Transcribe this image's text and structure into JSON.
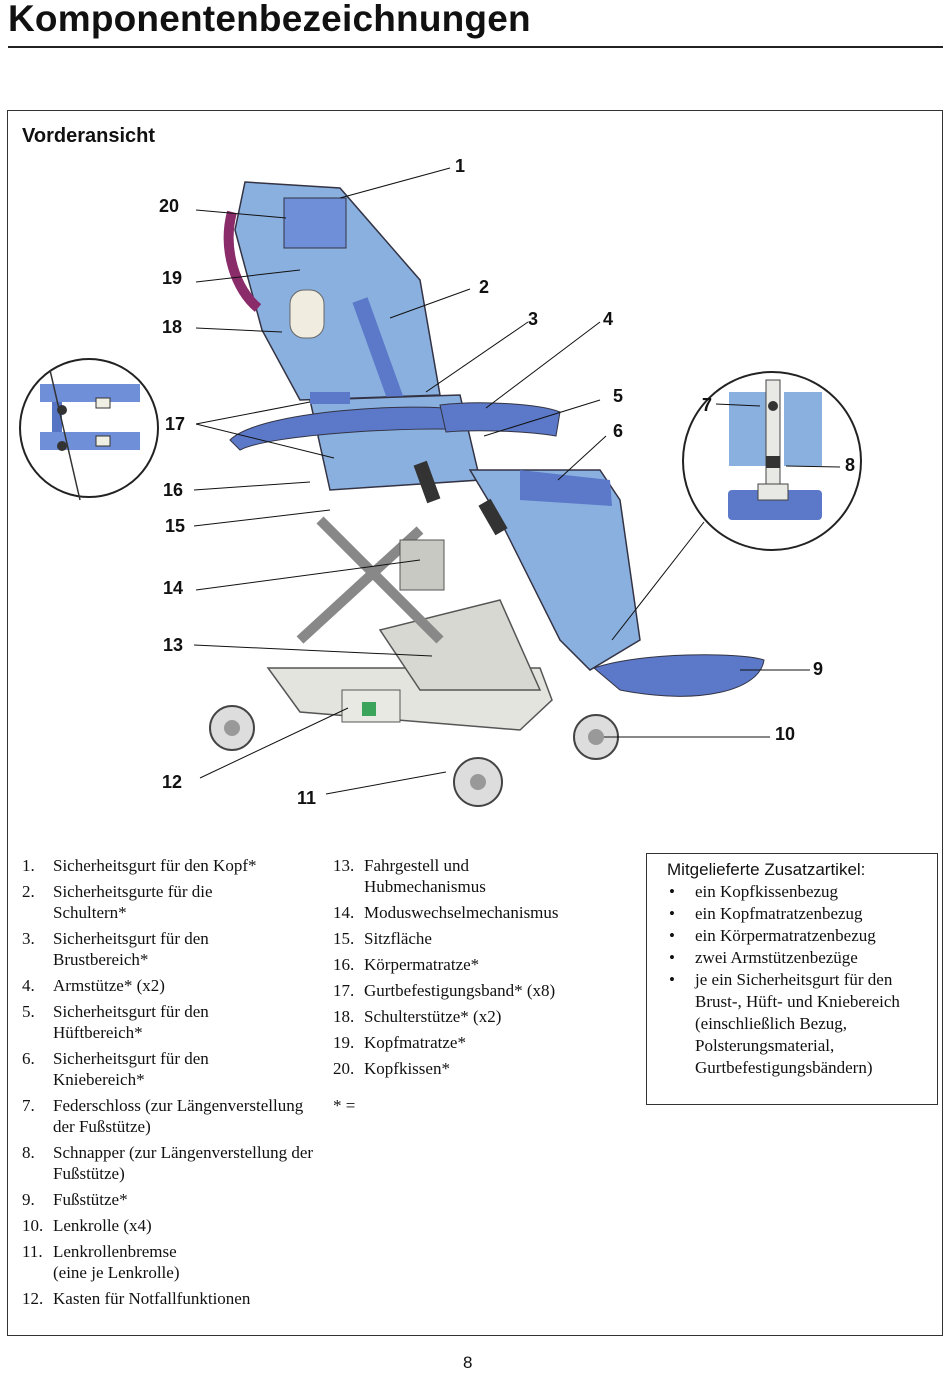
{
  "page_title": "Komponentenbezeichnungen",
  "view_label": "Vorderansicht",
  "callouts": [
    "1",
    "2",
    "3",
    "4",
    "5",
    "6",
    "7",
    "8",
    "9",
    "10",
    "11",
    "12",
    "13",
    "14",
    "15",
    "16",
    "17",
    "18",
    "19",
    "20"
  ],
  "legend_left": [
    {
      "num": "1.",
      "text": "Sicherheitsgurt für den Kopf*"
    },
    {
      "num": "2.",
      "text": "Sicherheitsgurte für die Schultern*"
    },
    {
      "num": "3.",
      "text": "Sicherheitsgurt für den Brustbereich*"
    },
    {
      "num": "4.",
      "text": "Armstütze* (x2)"
    },
    {
      "num": "5.",
      "text": "Sicherheitsgurt für den Hüftbereich*"
    },
    {
      "num": "6.",
      "text": "Sicherheitsgurt für den Kniebereich*"
    },
    {
      "num": "7.",
      "text": "Federschloss (zur Längenverstellung der Fußstütze)"
    },
    {
      "num": "8.",
      "text": "Schnapper (zur Längenverstellung der Fußstütze)"
    },
    {
      "num": "9.",
      "text": "Fußstütze*"
    },
    {
      "num": "10.",
      "text": "Lenkrolle (x4)"
    },
    {
      "num": "11.",
      "text": "Lenkrollenbremse (eine je Lenkrolle)"
    },
    {
      "num": "12.",
      "text": "Kasten für Notfallfunktionen"
    }
  ],
  "legend_right": [
    {
      "num": "13.",
      "text": "Fahrgestell und Hubmechanismus"
    },
    {
      "num": "14.",
      "text": "Moduswechselmechanismus"
    },
    {
      "num": "15.",
      "text": "Sitzfläche"
    },
    {
      "num": "16.",
      "text": "Körpermatratze*"
    },
    {
      "num": "17.",
      "text": "Gurtbefestigungsband* (x8)"
    },
    {
      "num": "18.",
      "text": "Schulterstütze* (x2)"
    },
    {
      "num": "19.",
      "text": "Kopfmatratze*"
    },
    {
      "num": "20.",
      "text": "Kopfkissen*"
    }
  ],
  "footnote": "* =",
  "accessories": {
    "title": "Mitgelieferte Zusatzartikel:",
    "items": [
      "ein Kopfkissenbezug",
      "ein Kopfmatratzenbezug",
      "ein Körpermatratzenbezug",
      "zwei Armstützenbezüge",
      "je ein Sicherheitsgurt für den Brust-, Hüft- und Kniebereich (einschließlich Bezug, Polsterungsmaterial, Gurtbefestigungsbändern)"
    ]
  },
  "page_number": "8",
  "colors": {
    "light_blue": "#8ab0e0",
    "dark_blue": "#5b79c8",
    "purple": "#8a2c6a",
    "grey": "#d8d8d2",
    "text": "#111111"
  }
}
